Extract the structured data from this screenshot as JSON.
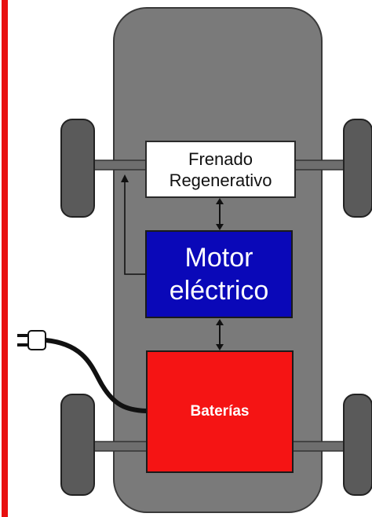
{
  "diagram": {
    "blocks": {
      "frenado": "Frenado\nRegenerativo",
      "motor": "Motor\neléctrico",
      "baterias": "Baterías"
    },
    "colors": {
      "border_accent": "#e81010",
      "chassis": "#7a7a7a",
      "wheel": "#555555",
      "axle": "#6e6e6e",
      "motor_block": "#0a08b8",
      "battery_block": "#f51414",
      "brake_block": "#ffffff"
    },
    "icons": [
      "power-plug-icon",
      "charging-cable",
      "double-arrow-icon",
      "feedback-arrow-icon",
      "wheel-icon"
    ]
  }
}
